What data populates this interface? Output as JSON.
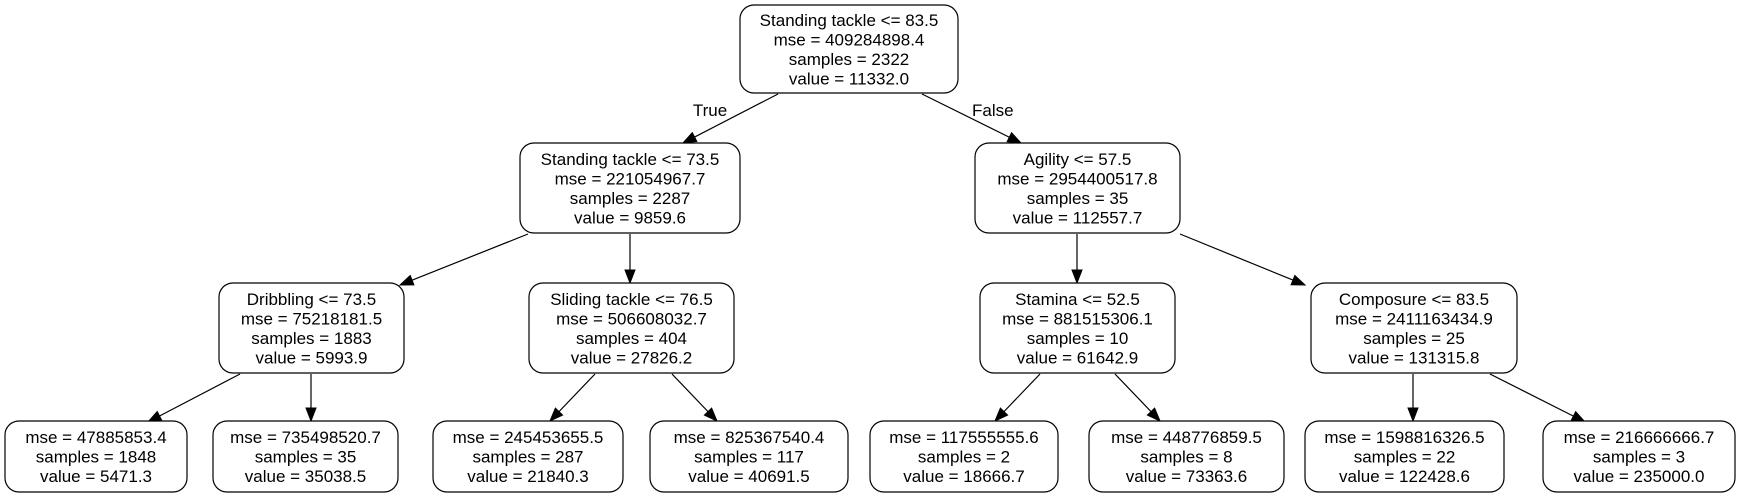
{
  "tree": {
    "nodes": [
      {
        "id": "n0",
        "lines": [
          "Standing tackle <= 83.5",
          "mse = 409284898.4",
          "samples = 2322",
          "value = 11332.0"
        ]
      },
      {
        "id": "n1",
        "lines": [
          "Standing tackle <= 73.5",
          "mse = 221054967.7",
          "samples = 2287",
          "value = 9859.6"
        ]
      },
      {
        "id": "n2",
        "lines": [
          "Agility <= 57.5",
          "mse = 2954400517.8",
          "samples = 35",
          "value = 112557.7"
        ]
      },
      {
        "id": "n3",
        "lines": [
          "Dribbling <= 73.5",
          "mse = 75218181.5",
          "samples = 1883",
          "value = 5993.9"
        ]
      },
      {
        "id": "n4",
        "lines": [
          "Sliding tackle <= 76.5",
          "mse = 506608032.7",
          "samples = 404",
          "value = 27826.2"
        ]
      },
      {
        "id": "n5",
        "lines": [
          "Stamina <= 52.5",
          "mse = 881515306.1",
          "samples = 10",
          "value = 61642.9"
        ]
      },
      {
        "id": "n6",
        "lines": [
          "Composure <= 83.5",
          "mse = 2411163434.9",
          "samples = 25",
          "value = 131315.8"
        ]
      },
      {
        "id": "n7",
        "lines": [
          "mse = 47885853.4",
          "samples = 1848",
          "value = 5471.3"
        ]
      },
      {
        "id": "n8",
        "lines": [
          "mse = 735498520.7",
          "samples = 35",
          "value = 35038.5"
        ]
      },
      {
        "id": "n9",
        "lines": [
          "mse = 245453655.5",
          "samples = 287",
          "value = 21840.3"
        ]
      },
      {
        "id": "n10",
        "lines": [
          "mse = 825367540.4",
          "samples = 117",
          "value = 40691.5"
        ]
      },
      {
        "id": "n11",
        "lines": [
          "mse = 117555555.6",
          "samples = 2",
          "value = 18666.7"
        ]
      },
      {
        "id": "n12",
        "lines": [
          "mse = 448776859.5",
          "samples = 8",
          "value = 73363.6"
        ]
      },
      {
        "id": "n13",
        "lines": [
          "mse = 1598816326.5",
          "samples = 22",
          "value = 122428.6"
        ]
      },
      {
        "id": "n14",
        "lines": [
          "mse = 216666666.7",
          "samples = 3",
          "value = 235000.0"
        ]
      }
    ],
    "edges": [
      {
        "from": "n0",
        "to": "n1",
        "label": "True"
      },
      {
        "from": "n0",
        "to": "n2",
        "label": "False"
      },
      {
        "from": "n1",
        "to": "n3",
        "label": ""
      },
      {
        "from": "n1",
        "to": "n4",
        "label": ""
      },
      {
        "from": "n2",
        "to": "n5",
        "label": ""
      },
      {
        "from": "n2",
        "to": "n6",
        "label": ""
      },
      {
        "from": "n3",
        "to": "n7",
        "label": ""
      },
      {
        "from": "n3",
        "to": "n8",
        "label": ""
      },
      {
        "from": "n4",
        "to": "n9",
        "label": ""
      },
      {
        "from": "n4",
        "to": "n10",
        "label": ""
      },
      {
        "from": "n5",
        "to": "n11",
        "label": ""
      },
      {
        "from": "n5",
        "to": "n12",
        "label": ""
      },
      {
        "from": "n6",
        "to": "n13",
        "label": ""
      },
      {
        "from": "n6",
        "to": "n14",
        "label": ""
      }
    ]
  }
}
